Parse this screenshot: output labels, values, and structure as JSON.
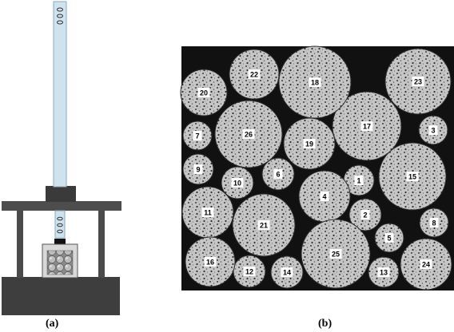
{
  "panel_a": {
    "caption": "(a)",
    "tube_hole_count": 3,
    "specimen_rows": 3,
    "colors": {
      "tube": "#cfe3ee",
      "frame": "#4a4a4a",
      "plate": "#3a3a3a",
      "container": "#d9d9d9"
    }
  },
  "panel_b": {
    "caption": "(b)",
    "background_color": "#111111",
    "disc_color": "#c8c8c8",
    "labels": [
      "1",
      "2",
      "3",
      "4",
      "5",
      "6",
      "7",
      "8",
      "9",
      "10",
      "11",
      "12",
      "13",
      "14",
      "15",
      "16",
      "17",
      "18",
      "19",
      "20",
      "21",
      "22",
      "23",
      "24",
      "25",
      "26"
    ]
  }
}
